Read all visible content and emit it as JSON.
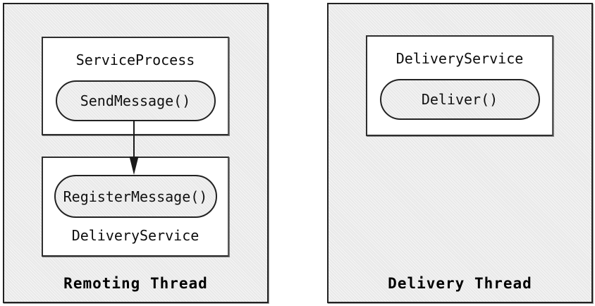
{
  "diagram": {
    "left_panel": {
      "label": "Remoting Thread",
      "top_box": {
        "title": "ServiceProcess",
        "method": "SendMessage()"
      },
      "bottom_box": {
        "title": "DeliveryService",
        "method": "RegisterMessage()"
      }
    },
    "right_panel": {
      "label": "Delivery Thread",
      "top_box": {
        "title": "DeliveryService",
        "method": "Deliver()"
      }
    },
    "arrow": {
      "from": "SendMessage()",
      "to": "RegisterMessage()",
      "direction": "down"
    },
    "colors": {
      "panel_bg": "#e9e9e9",
      "class_box_bg": "#ffffff",
      "pill_bg": "#e9e9e9",
      "border": "#222222",
      "text": "#111111"
    }
  }
}
